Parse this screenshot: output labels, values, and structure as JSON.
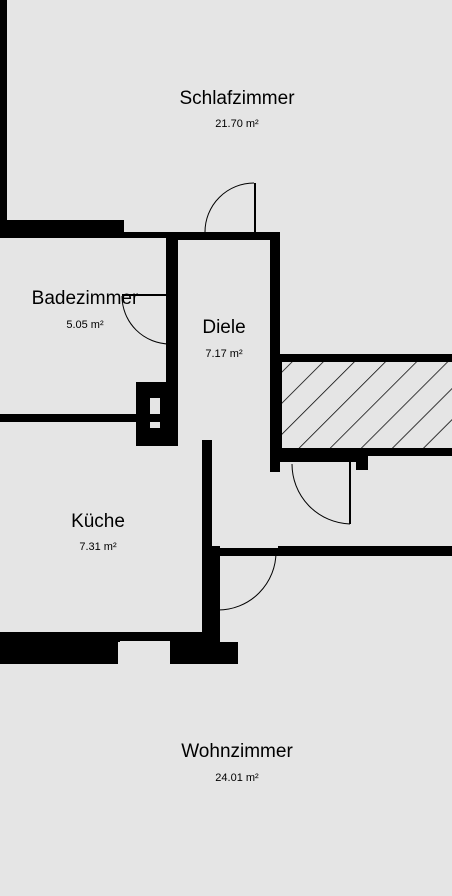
{
  "plan": {
    "colors": {
      "floor": "#e5e5e5",
      "wall": "#000000",
      "hatch": "#000000"
    },
    "rooms": [
      {
        "id": "schlafzimmer",
        "name": "Schlafzimmer",
        "area": "21.70 m²"
      },
      {
        "id": "badezimmer",
        "name": "Badezimmer",
        "area": "5.05 m²"
      },
      {
        "id": "diele",
        "name": "Diele",
        "area": "7.17 m²"
      },
      {
        "id": "kueche",
        "name": "Küche",
        "area": "7.31 m²"
      },
      {
        "id": "wohnzimmer",
        "name": "Wohnzimmer",
        "area": "24.01 m²"
      }
    ]
  }
}
